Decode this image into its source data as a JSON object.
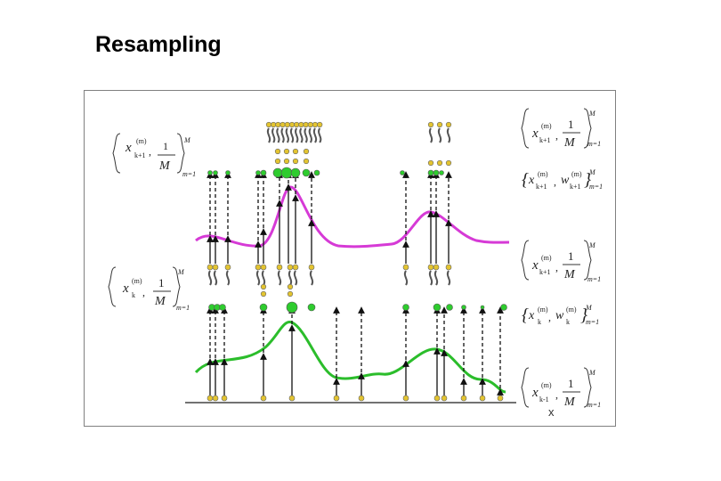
{
  "slide": {
    "title": "Resampling"
  },
  "axis": {
    "x_label": "x"
  },
  "formulas": {
    "next_uniform_left": {
      "var": "x",
      "sup": "(m)",
      "sub": "k+1",
      "weight": "1",
      "den": "M",
      "upper": "M",
      "lower": "m=1"
    },
    "next_uniform_right": {
      "var": "x",
      "sup": "(m)",
      "sub": "k+1",
      "weight": "1",
      "den": "M",
      "upper": "M",
      "lower": "m=1"
    },
    "next_weighted": {
      "var": "x",
      "sup": "(m)",
      "sub": "k+1",
      "w": "w",
      "upper": "M",
      "lower": "m=1"
    },
    "mid_uniform_right": {
      "var": "x",
      "sup": "(m)",
      "sub": "k+1",
      "weight": "1",
      "den": "M",
      "upper": "M",
      "lower": "m=1"
    },
    "cur_uniform_left": {
      "var": "x",
      "sup": "(m)",
      "sub": "k",
      "weight": "1",
      "den": "M",
      "upper": "M",
      "lower": "m=1"
    },
    "cur_weighted": {
      "var": "x",
      "sup": "(m)",
      "sub": "k",
      "w": "w",
      "upper": "M",
      "lower": "m=1"
    },
    "prev_uniform": {
      "var": "x",
      "sup": "(m)",
      "sub": "k-1",
      "weight": "1",
      "den": "M",
      "upper": "M",
      "lower": "m=1"
    }
  },
  "colors": {
    "magenta_curve": "#d63ad6",
    "green_curve": "#2bbd2b",
    "particle_yellow": "#e3c430",
    "particle_green": "#2ecc2e",
    "line": "#111111"
  }
}
